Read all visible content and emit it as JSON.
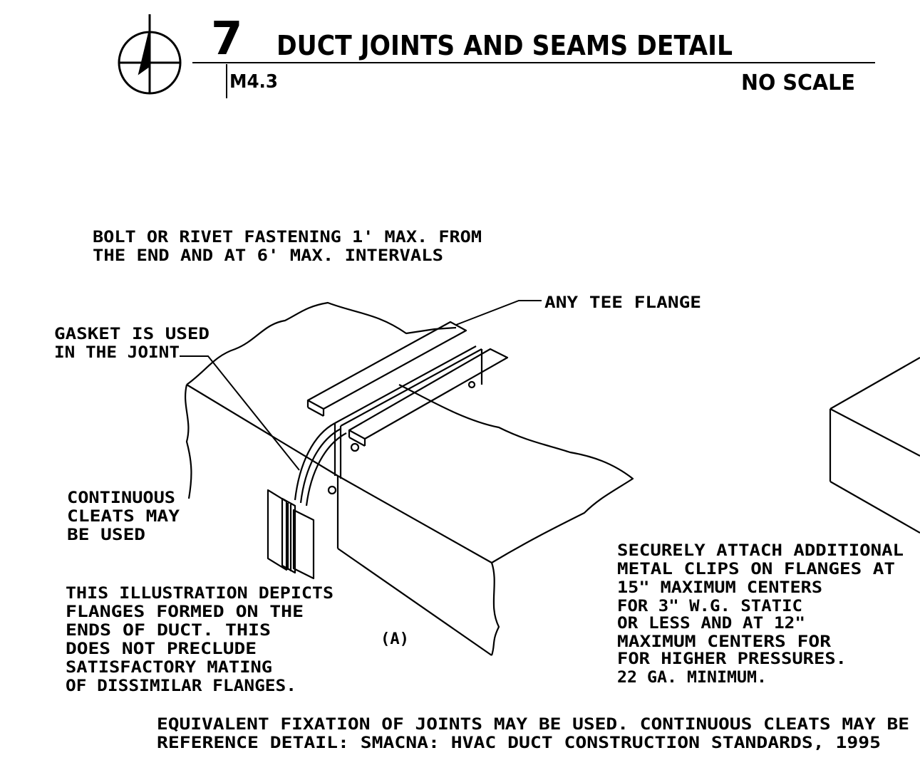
{
  "header": {
    "detail_number": "7",
    "title": "DUCT JOINTS AND SEAMS DETAIL",
    "sheet_ref": "M4.3",
    "scale": "NO SCALE"
  },
  "notes": {
    "fastening": [
      "BOLT OR RIVET FASTENING 1' MAX. FROM",
      "THE END AND AT 6' MAX. INTERVALS"
    ],
    "tee_flange": "ANY TEE FLANGE",
    "gasket": [
      "GASKET IS USED",
      "IN THE JOINT"
    ],
    "cleats": [
      "CONTINUOUS",
      "CLEATS MAY",
      "BE USED"
    ],
    "illustration": [
      "THIS ILLUSTRATION DEPICTS",
      "FLANGES FORMED ON THE",
      "ENDS OF DUCT.  THIS",
      "DOES NOT PRECLUDE",
      "SATISFACTORY MATING",
      "OF DISSIMILAR FLANGES."
    ],
    "view_label": "(A)",
    "clips": [
      "SECURELY ATTACH ADDITIONAL",
      "METAL CLIPS ON FLANGES AT",
      "15\" MAXIMUM CENTERS",
      "FOR 3\" W.G. STATIC",
      "OR LESS AND AT 12\"",
      "MAXIMUM CENTERS FOR",
      "FOR HIGHER PRESSURES.",
      "22 GA. MINIMUM."
    ],
    "footer": [
      "EQUIVALENT FIXATION OF JOINTS MAY BE USED.  CONTINUOUS CLEATS MAY BE",
      "REFERENCE DETAIL:  SMACNA:  HVAC DUCT CONSTRUCTION STANDARDS, 1995"
    ]
  }
}
